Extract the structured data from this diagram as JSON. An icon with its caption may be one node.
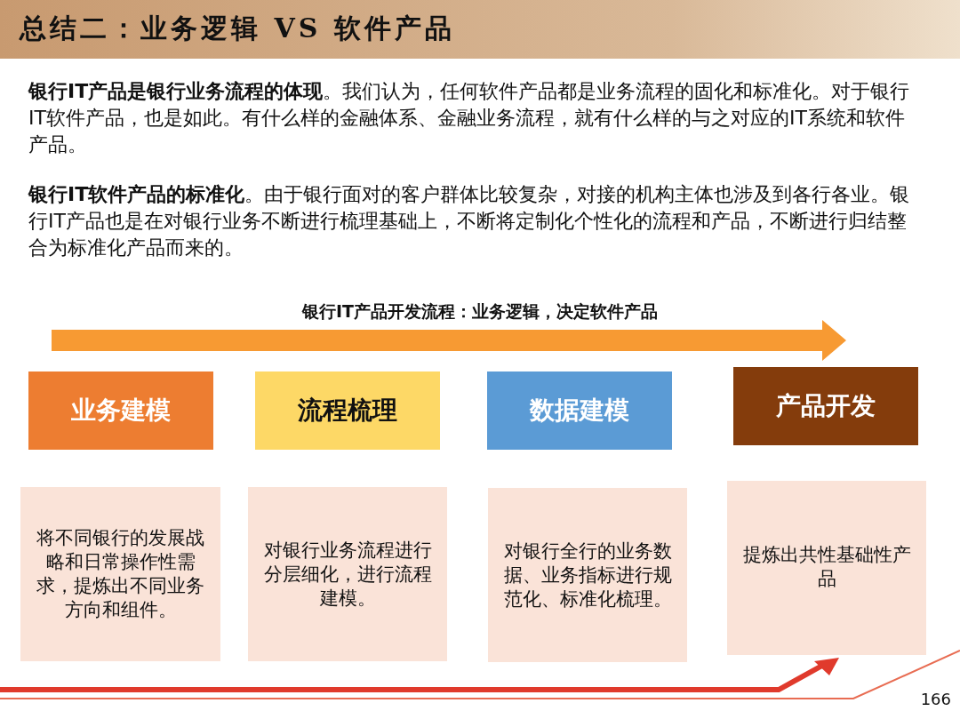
{
  "diagram": {
    "title": "总结二：业务逻辑 VS 软件产品",
    "nodes": [
      {
        "text": [
          "业务建模"
        ]
      },
      {
        "text": [
          "流程梳理"
        ]
      },
      {
        "text": [
          "数据建模"
        ]
      },
      {
        "text": [
          "产品开发"
        ]
      },
      {
        "text": [
          "将不同银行的发展战略和日常操作性需求，提炼出不同业务方向和组件。"
        ]
      },
      {
        "text": [
          "对银行业务流程进行分层细化，进行流程建模。"
        ]
      },
      {
        "text": [
          "对银行全行的业务数据、业务指标进行规范化、标准化梳理。"
        ]
      },
      {
        "text": [
          "提炼出共性基础性产品"
        ]
      }
    ],
    "labels": [
      "**银行IT产品是银行业务流程的体现**。我们认为，任何软件产品都是业务流程的固化和标准化。对于银行IT软件产品，也是如此。有什么样的金融体系、金融业务流程，就有什么样的与之对应的IT系统和软件产品。",
      "**银行IT软件产品的标准化**。由于银行面对的客户群体比较复杂，对接的机构主体也涉及到各行各业。银行IT产品也是在对银行业务不断进行梳理基础上，不断将定制化个性化的流程和产品，不断进行归结整合为标准化产品而来的。",
      "银行IT产品开发流程：业务逻辑，决定软件产品",
      "166"
    ]
  }
}
